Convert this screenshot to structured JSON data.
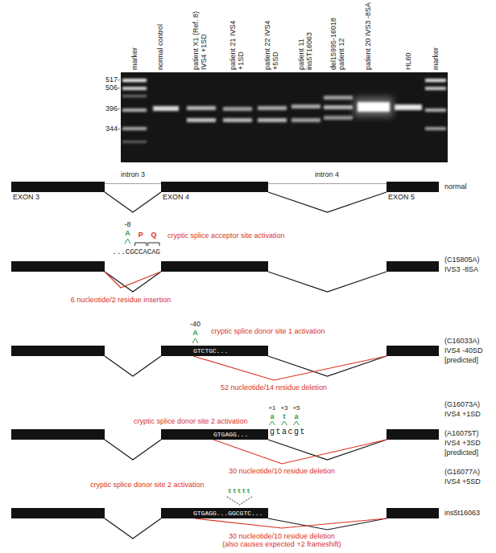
{
  "diagram": {
    "nodes": [
      {
        "text": [
          "EXON 3"
        ]
      },
      {
        "text": [
          "EXON 4"
        ]
      },
      {
        "text": [
          "EXON 5"
        ]
      },
      {
        "text": []
      },
      {
        "text": []
      },
      {
        "text": []
      },
      {
        "text": []
      },
      {
        "text": [
          "GTCTGC..."
        ]
      },
      {
        "text": []
      },
      {
        "text": []
      },
      {
        "text": [
          "GTGAGG..."
        ]
      },
      {
        "text": []
      },
      {
        "text": []
      },
      {
        "text": [
          "GTGAGG...GGCGTC..."
        ]
      },
      {
        "text": []
      }
    ],
    "edges": [
      {
        "from": 0,
        "to": 1,
        "arrow": "none"
      },
      {
        "from": 1,
        "to": 2,
        "arrow": "none"
      },
      {
        "from": 3,
        "to": 4,
        "arrow": "none"
      },
      {
        "from": 3,
        "to": 4,
        "arrow": "none",
        "label": "6 nucleotide/2 residue insertion"
      },
      {
        "from": 4,
        "to": 5,
        "arrow": "none"
      },
      {
        "from": 6,
        "to": 7,
        "arrow": "none"
      },
      {
        "from": 7,
        "to": 8,
        "arrow": "none"
      },
      {
        "from": 7,
        "to": 8,
        "arrow": "none",
        "label": "52 nucleotide/14 residue deletion"
      },
      {
        "from": 9,
        "to": 10,
        "arrow": "none"
      },
      {
        "from": 10,
        "to": 11,
        "arrow": "none"
      },
      {
        "from": 10,
        "to": 11,
        "arrow": "none",
        "label": "30 nucleotide/10 residue deletion"
      },
      {
        "from": 12,
        "to": 13,
        "arrow": "none"
      },
      {
        "from": 13,
        "to": 14,
        "arrow": "none"
      },
      {
        "from": 13,
        "to": 14,
        "arrow": "none",
        "label": "30 nucleotide/10 residue deletion (also causes expected +2 frameshift)"
      }
    ],
    "labels": [
      "marker",
      "normal control",
      "patient X1 (Ref. 8) IVS4 +1SD",
      "patient 21 IVS4 +1SD",
      "patient 22 IVS4 +5SD",
      "patient 11 ins5T16063",
      "del15995-16018 patient 12",
      "patient 20 IVS3 -8SA",
      "HL60",
      "marker",
      "517-",
      "506-",
      "396-",
      "344-",
      "intron 3",
      "intron 4",
      "normal",
      "-8",
      "A",
      "P",
      "Q",
      "...CGCCACAG",
      "cryptic splice acceptor site activation",
      "(C15805A)",
      "IVS3 -8SA",
      "-40",
      "A",
      "cryptic splice donor site 1 activation",
      "(C16033A)",
      "IVS4 -40SD",
      "[predicted]",
      "cryptic splice donor site 2 activation",
      "+1",
      "+3",
      "+5",
      "a",
      "t",
      "a",
      "gtacgt",
      "(G16073A)",
      "IVS4 +1SD",
      "(A16075T)",
      "IVS4 +3SD",
      "[predicted]",
      "(G16077A)",
      "IVS4 +5SD",
      "cryptic splice donor site 2 activation",
      "ttttt",
      "ins5t16063"
    ]
  }
}
